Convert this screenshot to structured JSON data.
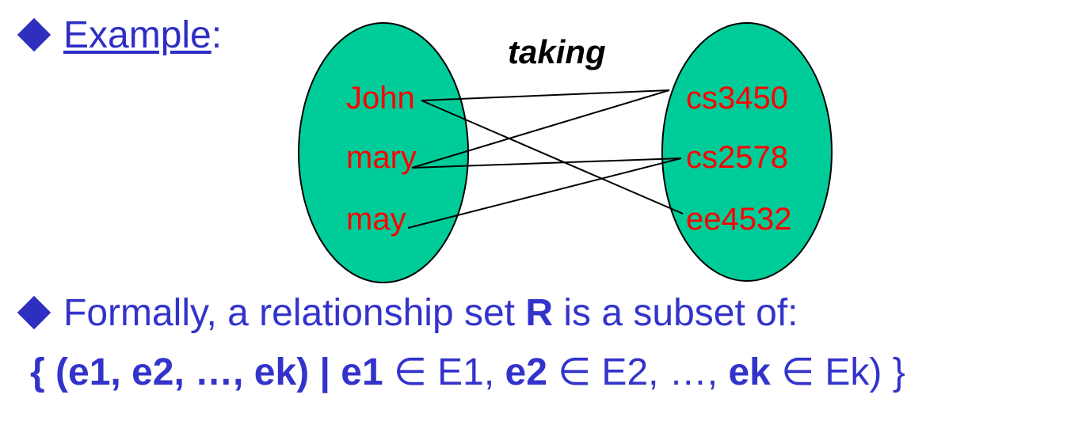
{
  "example": {
    "link": "Example",
    "colon": ":"
  },
  "diagram": {
    "relationship_label": "taking",
    "left_entities": [
      "John",
      "mary",
      "may"
    ],
    "right_entities": [
      "cs3450",
      "cs2578",
      "ee4532"
    ],
    "links": [
      [
        0,
        0
      ],
      [
        0,
        2
      ],
      [
        1,
        0
      ],
      [
        1,
        1
      ],
      [
        2,
        1
      ]
    ],
    "fill_color": "#00cc99",
    "entity_text_color": "#ff0000"
  },
  "formal": {
    "text_before": "Formally, a relationship set ",
    "bold_var": "R",
    "text_after": " is a subset of:"
  },
  "set_expr": {
    "open": "{ (e1, e2, …, ek) | ",
    "e1": "e1",
    "in1": " ∈ E1, ",
    "e2": "e2",
    "in2": " ∈ E2, …, ",
    "ek": "ek",
    "in3": " ∈ Ek) }"
  }
}
